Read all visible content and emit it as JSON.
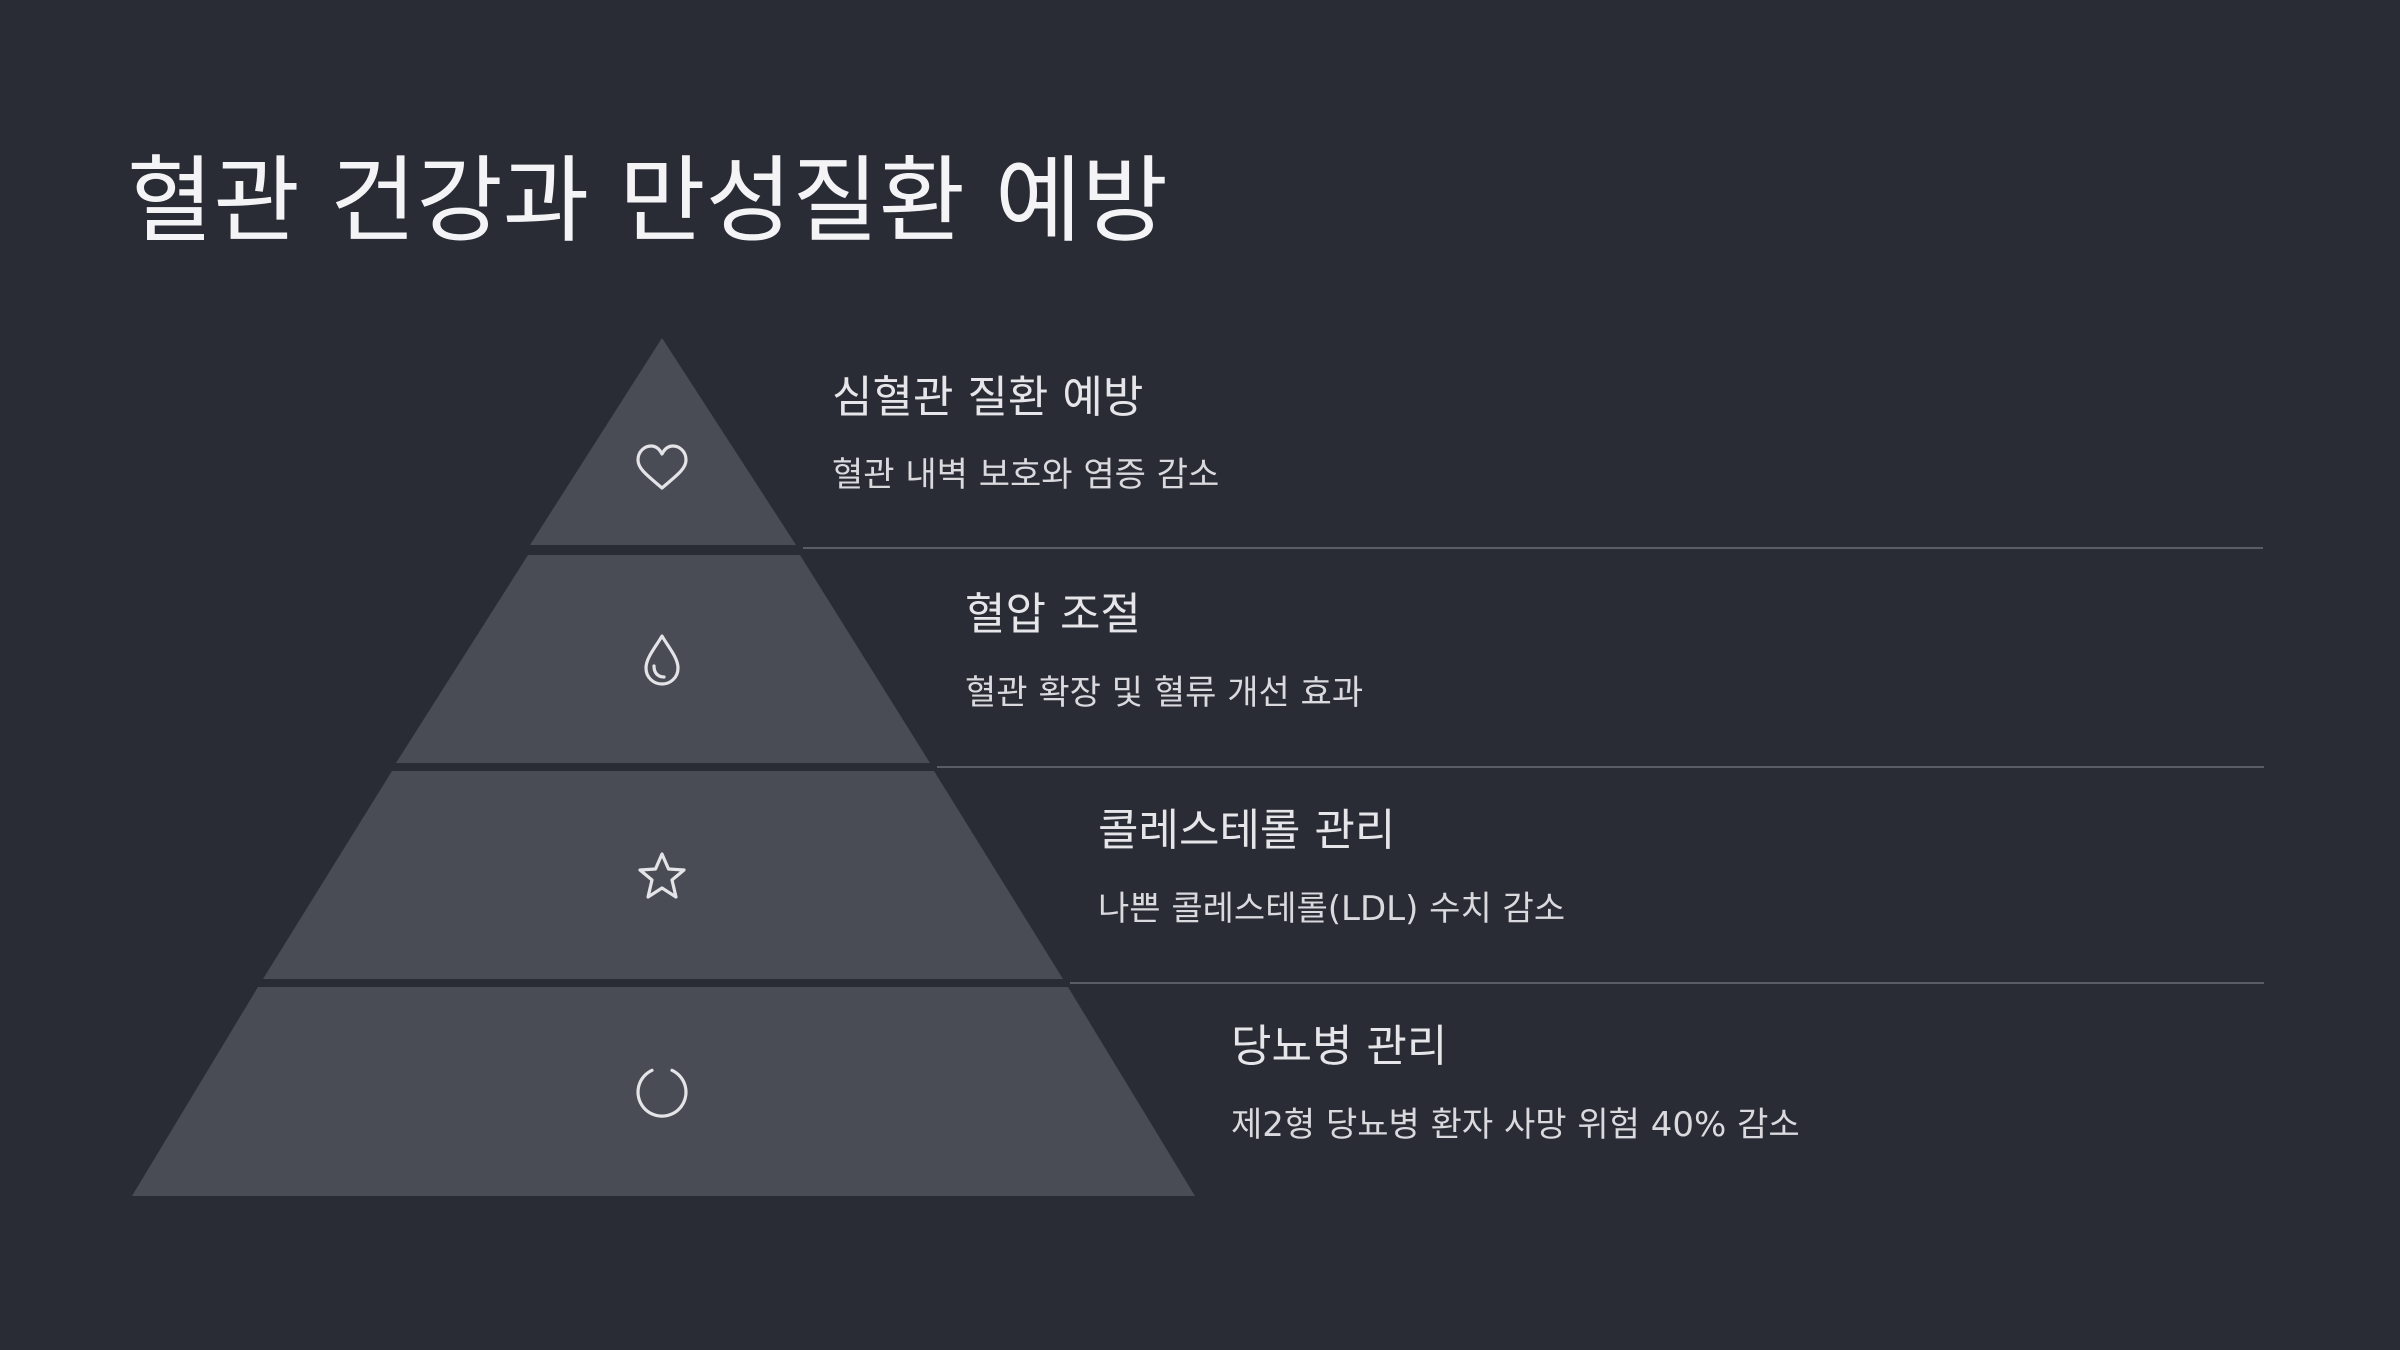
{
  "title": "혈관 건강과 만성질환 예방",
  "colors": {
    "background": "#292c34",
    "tier_fill": "#494c55",
    "icon_stroke": "#e4e4e8",
    "divider": "#5a5d66"
  },
  "tiers": [
    {
      "icon": "heart-icon",
      "heading": "심혈관 질환 예방",
      "description": "혈관 내벽 보호와 염증 감소"
    },
    {
      "icon": "water-drop-icon",
      "heading": "혈압 조절",
      "description": "혈관 확장 및 혈류 개선 효과"
    },
    {
      "icon": "star-icon",
      "heading": "콜레스테롤 관리",
      "description": "나쁜 콜레스테롤(LDL) 수치 감소"
    },
    {
      "icon": "loading-circle-icon",
      "heading": "당뇨병 관리",
      "description": "제2형 당뇨병 환자 사망 위험 40% 감소"
    }
  ]
}
